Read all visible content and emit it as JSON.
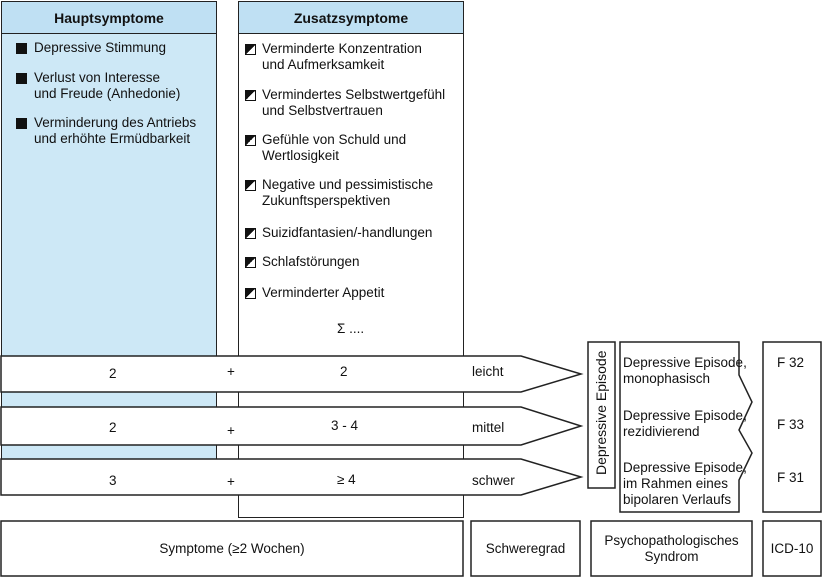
{
  "main_symptoms": {
    "title": "Hauptsymptome",
    "items": [
      {
        "l1": "Depressive Stimmung",
        "l2": ""
      },
      {
        "l1": "Verlust von Interesse",
        "l2": "und Freude (Anhedonie)"
      },
      {
        "l1": "Verminderung des Antriebs",
        "l2": "und erhöhte Ermüdbarkeit"
      }
    ]
  },
  "additional_symptoms": {
    "title": "Zusatzsymptome",
    "items": [
      {
        "l1": "Verminderte Konzentration",
        "l2": "und Aufmerksamkeit"
      },
      {
        "l1": "Vermindertes Selbstwertgefühl",
        "l2": "und Selbstvertrauen"
      },
      {
        "l1": "Gefühle von Schuld und",
        "l2": "Wertlosigkeit"
      },
      {
        "l1": "Negative und pessimistische",
        "l2": "Zukunftsperspektiven"
      },
      {
        "l1": "Suizidfantasien/-handlungen",
        "l2": ""
      },
      {
        "l1": "Schlafstörungen",
        "l2": ""
      },
      {
        "l1": "Verminderter Appetit",
        "l2": ""
      }
    ],
    "sum": "Σ ...."
  },
  "rows": [
    {
      "main": "2",
      "plus": "+",
      "add": "2",
      "severity": "leicht"
    },
    {
      "main": "2",
      "plus": "+",
      "add": "3 - 4",
      "severity": "mittel"
    },
    {
      "main": "3",
      "plus": "+",
      "add": "≥ 4",
      "severity": "schwer"
    }
  ],
  "episode_label": "Depressive Episode",
  "syndromes": [
    {
      "l1": "Depressive Episode,",
      "l2": "monophasisch",
      "l3": ""
    },
    {
      "l1": "Depressive Episode,",
      "l2": "rezidivierend",
      "l3": ""
    },
    {
      "l1": "Depressive Episode,",
      "l2": "im Rahmen eines",
      "l3": "bipolaren Verlaufs"
    }
  ],
  "codes": [
    "F 32",
    "F 33",
    "F 31"
  ],
  "footer": {
    "symptoms": "Symptome (≥2 Wochen)",
    "severity": "Schweregrad",
    "syndrome_l1": "Psychopathologisches",
    "syndrome_l2": "Syndrom",
    "icd": "ICD-10"
  }
}
